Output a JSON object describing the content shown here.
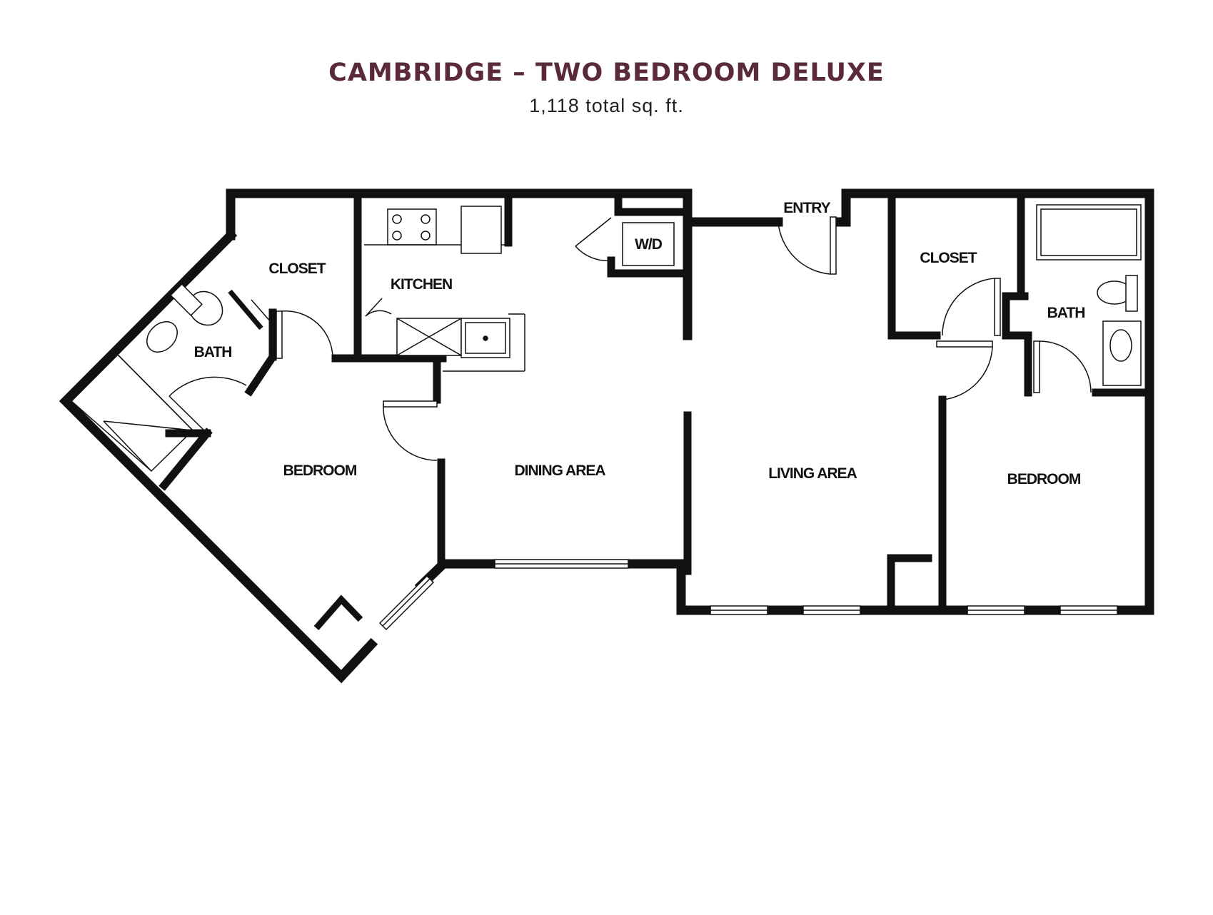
{
  "header": {
    "title": "CAMBRIDGE – TWO BEDROOM DELUXE",
    "subtitle": "1,118 total sq. ft."
  },
  "rooms": {
    "closet_left": "CLOSET",
    "kitchen": "KITCHEN",
    "wd": "W/D",
    "entry": "ENTRY",
    "closet_right": "CLOSET",
    "bath_left": "BATH",
    "bath_right": "BATH",
    "bedroom_left": "BEDROOM",
    "dining": "DINING AREA",
    "living": "LIVING AREA",
    "bedroom_right": "BEDROOM"
  },
  "colors": {
    "title": "#5a2a3a",
    "wall": "#111111"
  }
}
